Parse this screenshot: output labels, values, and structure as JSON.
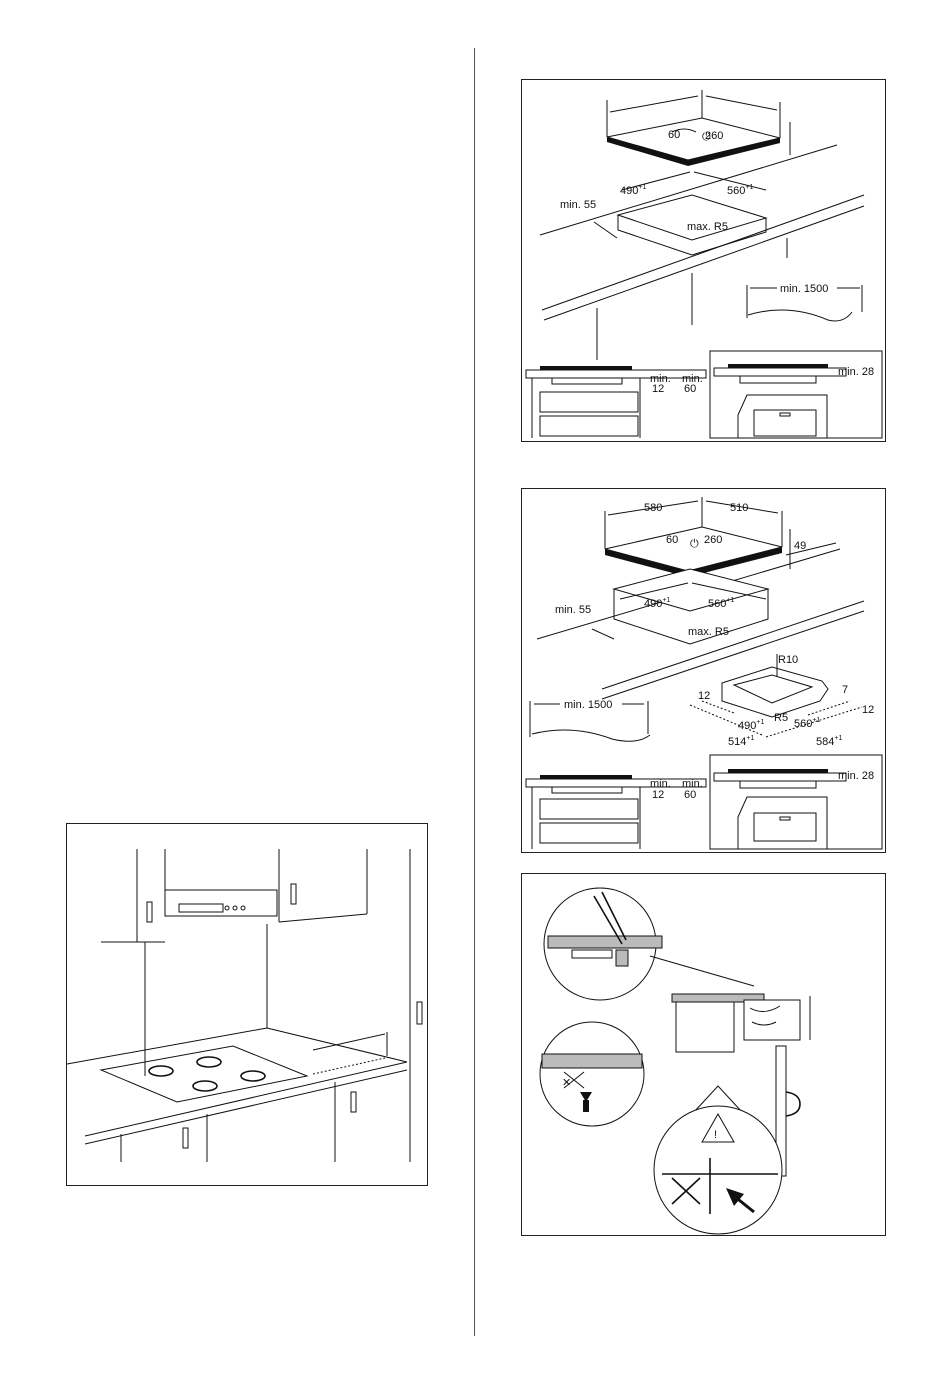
{
  "diagram1": {
    "hob_left": "60",
    "hob_right": "260",
    "cut_depth": "490",
    "cut_width": "560",
    "tolerance": "+1",
    "min_front": "min. 55",
    "radius": "max. R5",
    "cable": "min. 1500",
    "min_label_a": "min.",
    "min_label_b": "min.",
    "gap_12": "12",
    "gap_60": "60",
    "min_28": "min. 28"
  },
  "diagram2": {
    "width": "580",
    "depth": "510",
    "hob_left": "60",
    "hob_right": "260",
    "height": "49",
    "min_front": "min. 55",
    "cut_depth": "490",
    "cut_width": "560",
    "tolerance": "+1",
    "radius": "max. R5",
    "r10": "R10",
    "r5": "R5",
    "d7": "7",
    "d12a": "12",
    "d12b": "12",
    "frame_depth": "490",
    "frame_width": "560",
    "outer_depth": "514",
    "outer_width": "584",
    "cable": "min. 1500",
    "min_label_a": "min.",
    "min_label_b": "min.",
    "gap_12": "12",
    "gap_60": "60",
    "min_28": "min. 28"
  },
  "icons": {
    "power": "power-symbol-icon",
    "warning": "warning-triangle-icon",
    "cross": "cross-mark-icon"
  }
}
